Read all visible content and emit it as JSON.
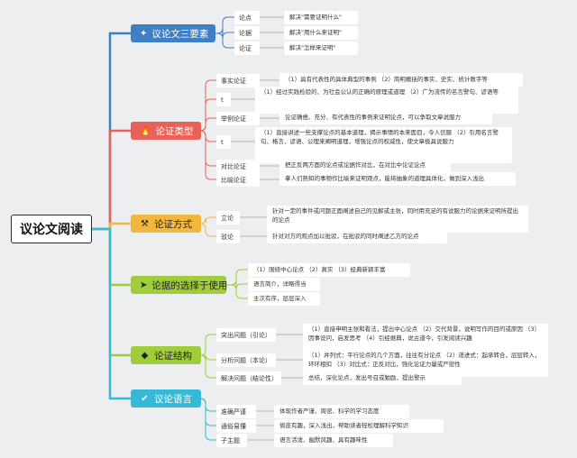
{
  "root": {
    "label": "议论文阅读"
  },
  "colors": {
    "blue": "#3f7fc6",
    "red": "#e8625a",
    "yellow": "#f3b73d",
    "green": "#9fcd3b",
    "cyan": "#36b8d7"
  },
  "sections": [
    {
      "title": "议论文三要素",
      "icon": "sparkle-icon",
      "glyph": "✦",
      "items": [
        {
          "label": "论点",
          "detail": "解决\"需要证明什么\""
        },
        {
          "label": "论据",
          "detail": "解决\"用什么来证明\""
        },
        {
          "label": "论证",
          "detail": "解决\"怎样来证明\""
        }
      ]
    },
    {
      "title": "论证类型",
      "icon": "fire-icon",
      "glyph": "🔥",
      "items": [
        {
          "label": "事实论证",
          "detail": "（1）具有代表性的具体典型的事例 （2）简明概括的事实、史实、统计数字等"
        },
        {
          "label": "t",
          "detail": "（1）经过实践检验的、为社会公认的正确的原理或道理 （2）广为流传的名言警句、谚语等"
        },
        {
          "label": "举例论证",
          "detail": "论证确凿、充分、有代表性的事例来证明论点，可以争取文章说服力"
        },
        {
          "label": "t",
          "detail": "（1）直接讲述一些支撑论点的基本道理，揭示事情的本来面目，令人信服 （2）引用名言警句、格言、谚语、公理来阐明道理，增强论点的权威性，使文章极具说服力"
        },
        {
          "label": "对比论证",
          "detail": "把正反两方面的论点或论据作对比，在对比中论证论点"
        },
        {
          "label": "比喻论证",
          "detail": "拿人们熟知的事物作比喻来证明观点，能将抽象的道理具体化，做到深入浅出"
        }
      ]
    },
    {
      "title": "论证方式",
      "icon": "tools-icon",
      "glyph": "⚒",
      "items": [
        {
          "label": "立论",
          "detail": "针对一定的事件或问题正面阐述自己的见解或主张，同时用充足的有说服力的论据来证明所提出的论点"
        },
        {
          "label": "驳论",
          "detail": "针对对方的观点加以批驳，在批驳的同时阐述乙方的论点"
        }
      ]
    },
    {
      "title": "论据的选择于使用",
      "icon": "paper-plane-icon",
      "glyph": "➤",
      "items": [
        {
          "label": "（1）围绕中心论点 （2）真实 （3）经典新颖丰富"
        },
        {
          "label": "语言简介，详略得当"
        },
        {
          "label": "主次有序，层层深入"
        }
      ]
    },
    {
      "title": "论证结构",
      "icon": "diamond-icon",
      "glyph": "◆",
      "items": [
        {
          "label": "突出问题（引论）",
          "detail": "（1）直接申明主张和看法，提出中心论点 （2）交代背景，说明写作的目的或原因 （3）因事设问，启发思考 （4）引经据典，说古道今，引发阅读兴趣"
        },
        {
          "label": "分析问题（本论）",
          "detail": "（1）并列式：平行论点的几个方面，往往有分论点 （2）递进式：起承转合，层层转入，环环相扣 （3）对比式：正反对比，强化论证力量或严密性"
        },
        {
          "label": "解决问题（结论性）",
          "detail": "总结，深化论点，发出号召或勉励，提出警示"
        }
      ]
    },
    {
      "title": "议论语言",
      "icon": "check-icon",
      "glyph": "✔",
      "items": [
        {
          "label": "准确严谨",
          "detail": "体现作者严谨、周密、科学的学习态度"
        },
        {
          "label": "通俗易懂",
          "detail": "倘皮有趣，深入浅出，帮助读者轻松理解科学知识"
        },
        {
          "label": "子主题",
          "detail": "语言活泼、幽默风趣、具有趣味性"
        }
      ]
    }
  ]
}
